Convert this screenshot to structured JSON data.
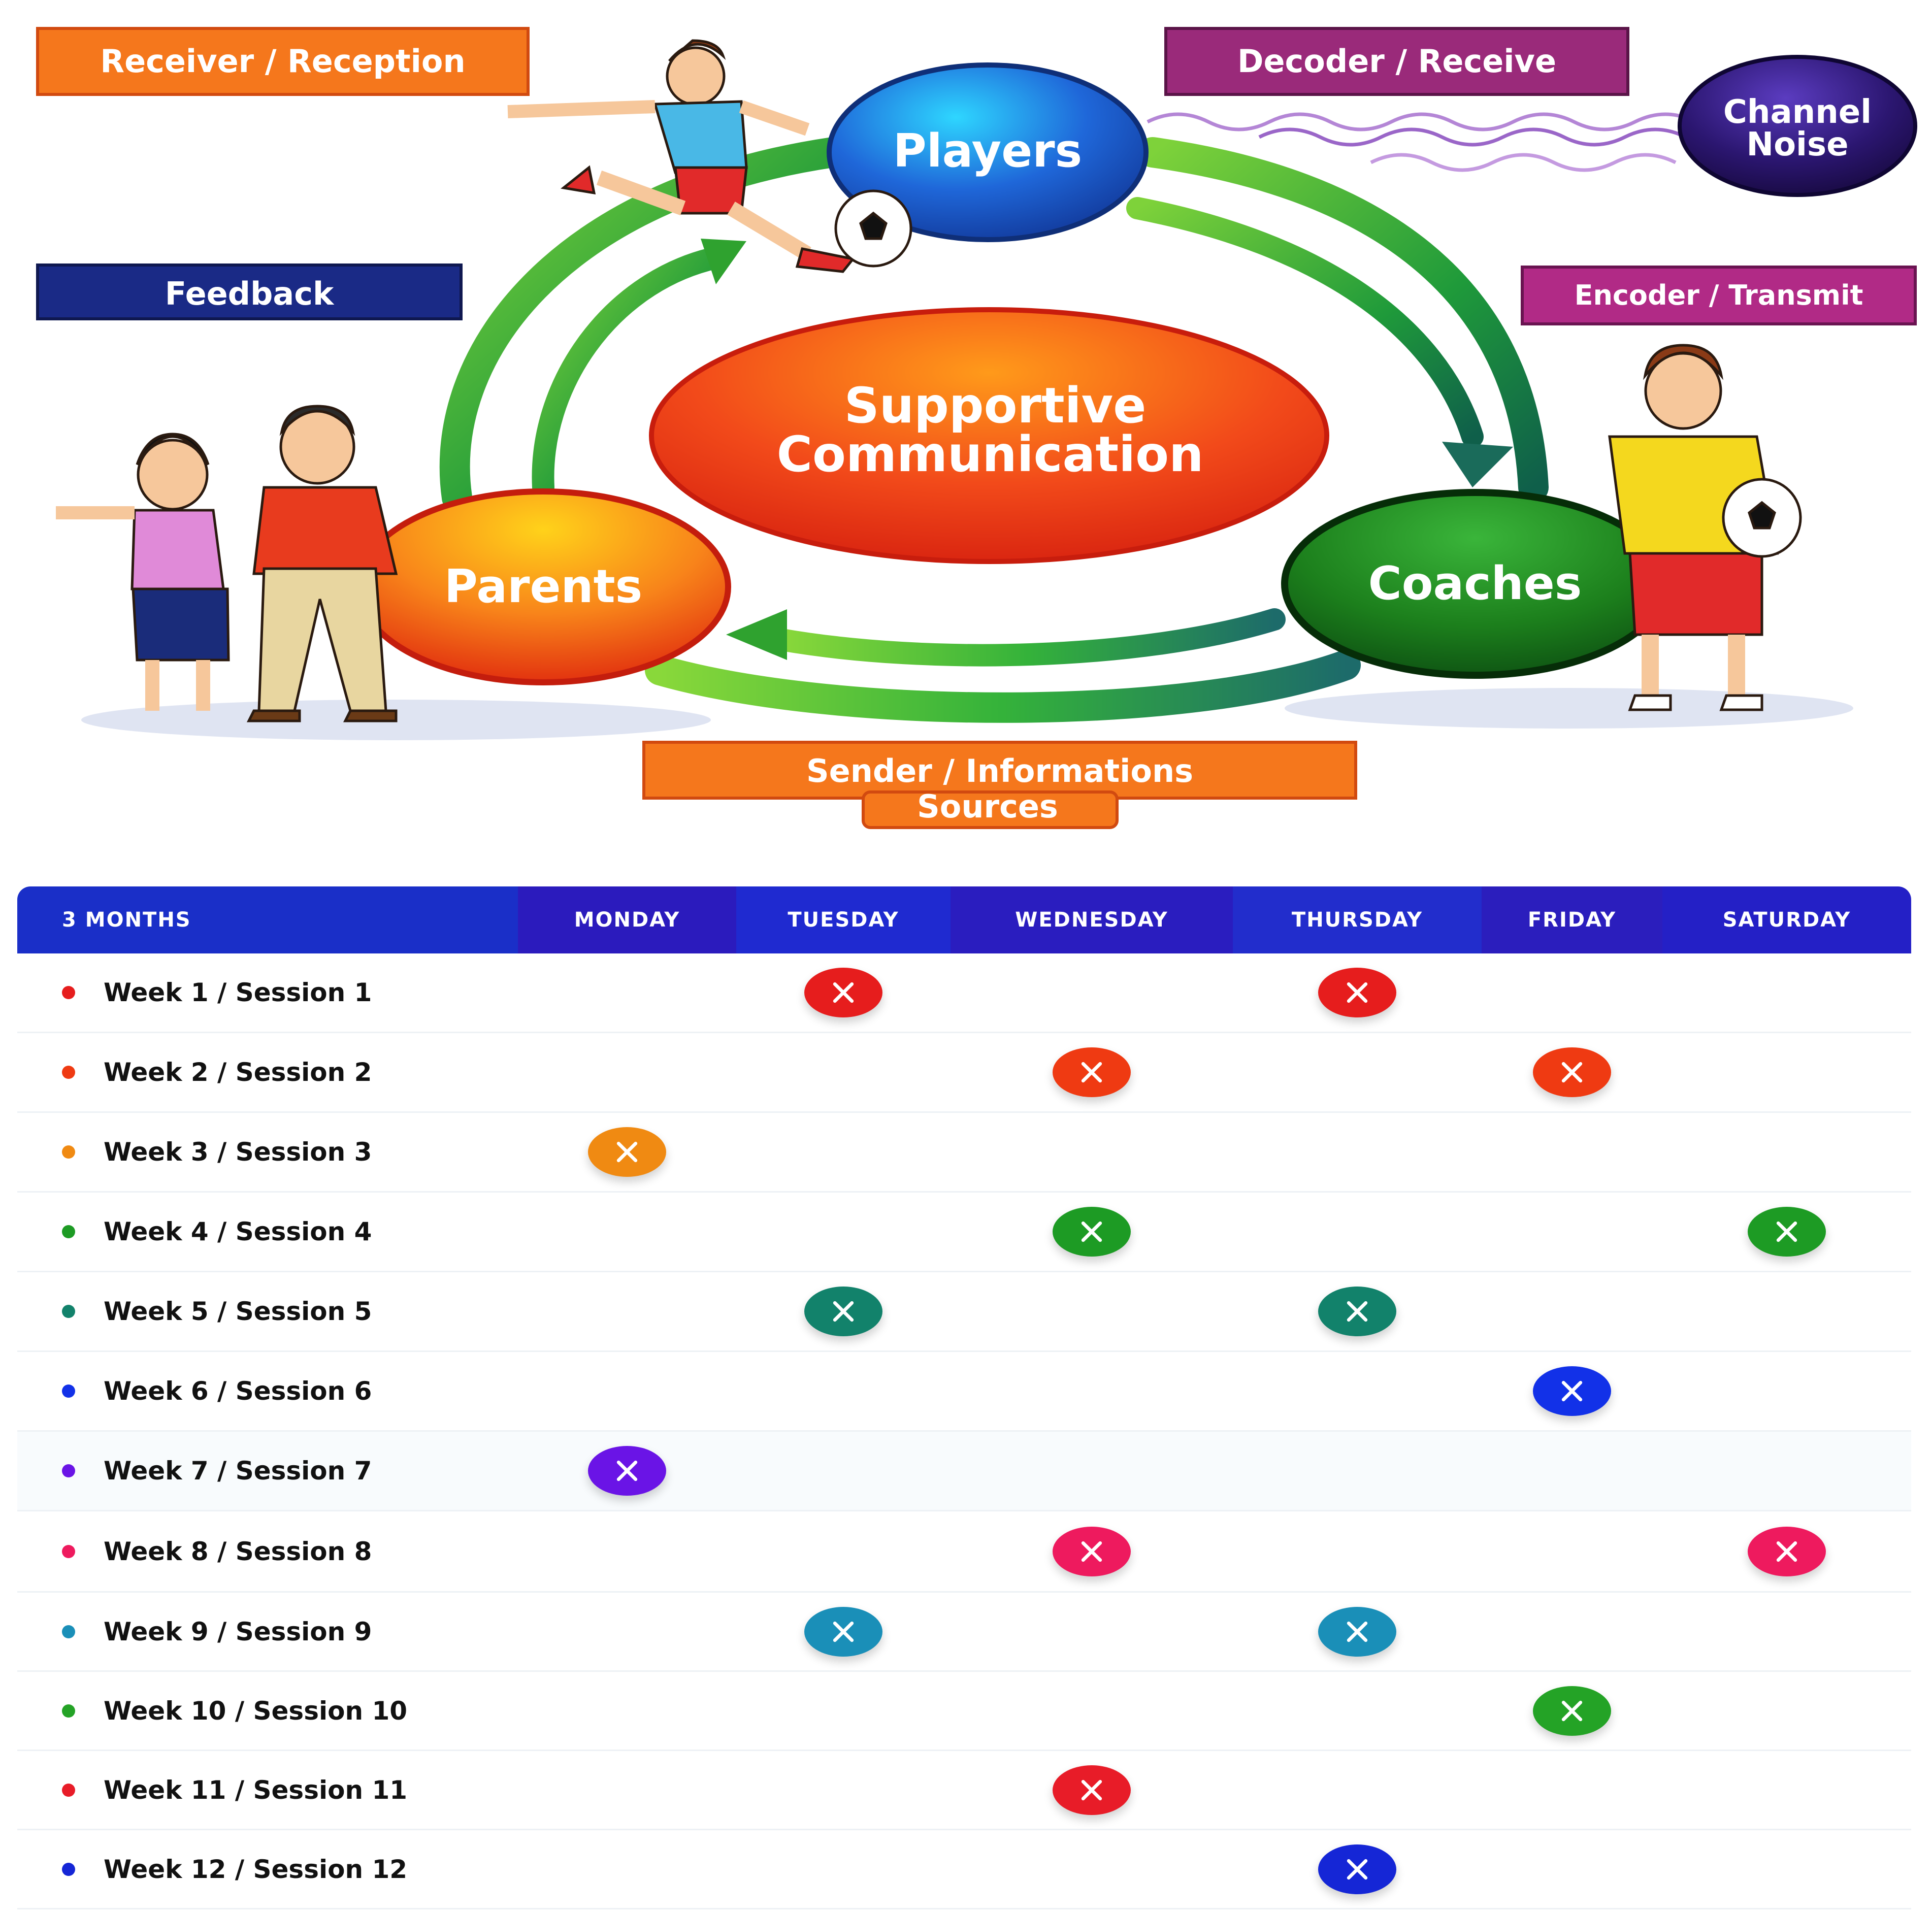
{
  "diagram": {
    "center_title_line1": "Supportive",
    "center_title_line2": "Communication",
    "nodes": {
      "players": "Players",
      "parents": "Parents",
      "coaches": "Coaches",
      "channel_noise_line1": "Channel",
      "channel_noise_line2": "Noise"
    },
    "labels": {
      "receiver": "Receiver / Reception",
      "decoder": "Decoder / Receive",
      "feedback": "Feedback",
      "encoder": "Encoder / Transmit",
      "sender_line1": "Sender / Informations",
      "sender_line2": "Sources"
    },
    "colors": {
      "receiver_box": "#f5771c",
      "decoder_box": "#9a2a7a",
      "feedback_box": "#1a2a86",
      "encoder_box": "#b12a86",
      "sender_box": "#f5771c",
      "players_node": "#1f67d9",
      "parents_node": "#f26a12",
      "coaches_node": "#1c7f1c",
      "center_node": "#f24a1a",
      "channel_node": "#2b1670",
      "arrow": "#2fa22f"
    },
    "illustrations": [
      "kicking-player",
      "parents-couple",
      "coach-with-ball"
    ]
  },
  "schedule": {
    "header": {
      "period": "3 MONTHS",
      "days": [
        "MONDAY",
        "TUESDAY",
        "WEDNESDAY",
        "THURSDAY",
        "FRIDAY",
        "SATURDAY"
      ]
    },
    "header_colors": [
      "#1a2fc8",
      "#2b1bbd",
      "#1f2ad0",
      "#2a1dbf",
      "#222dcc",
      "#2b1ebd",
      "#2420c6"
    ],
    "rows": [
      {
        "label": "Week 1 / Session 1",
        "color": "#e61d1d",
        "days": [
          "TUESDAY",
          "THURSDAY"
        ]
      },
      {
        "label": "Week 2 / Session 2",
        "color": "#ef3a12",
        "days": [
          "WEDNESDAY",
          "FRIDAY"
        ]
      },
      {
        "label": "Week 3 / Session 3",
        "color": "#f08a12",
        "days": [
          "MONDAY"
        ]
      },
      {
        "label": "Week 4 / Session 4",
        "color": "#1d9b24",
        "days": [
          "WEDNESDAY",
          "SATURDAY"
        ]
      },
      {
        "label": "Week 5 / Session 5",
        "color": "#12826b",
        "days": [
          "TUESDAY",
          "THURSDAY"
        ]
      },
      {
        "label": "Week 6 / Session 6",
        "color": "#1231e8",
        "days": [
          "FRIDAY"
        ]
      },
      {
        "label": "Week 7 / Session 7",
        "color": "#6a14e6",
        "days": [
          "MONDAY"
        ]
      },
      {
        "label": "Week 8 / Session 8",
        "color": "#ee1a5e",
        "days": [
          "WEDNESDAY",
          "SATURDAY"
        ]
      },
      {
        "label": "Week 9 / Session 9",
        "color": "#1a8fb8",
        "days": [
          "TUESDAY",
          "THURSDAY"
        ]
      },
      {
        "label": "Week 10 / Session 10",
        "color": "#24a326",
        "days": [
          "FRIDAY"
        ]
      },
      {
        "label": "Week 11 / Session 11",
        "color": "#e81c28",
        "days": [
          "WEDNESDAY"
        ]
      },
      {
        "label": "Week 12 / Session 12",
        "color": "#1526d6",
        "days": [
          "THURSDAY"
        ]
      }
    ],
    "mark_icon": "close-x-icon"
  }
}
